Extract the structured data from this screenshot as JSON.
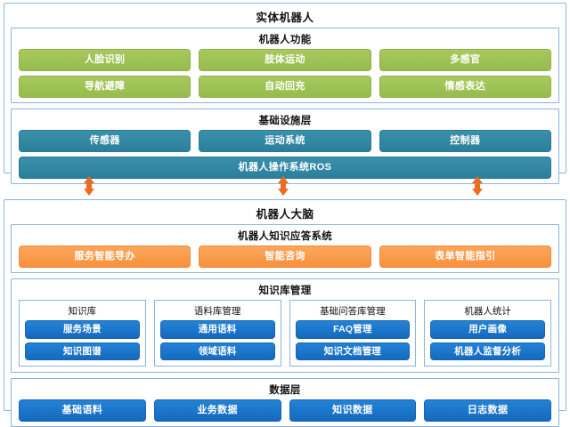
{
  "diagram": {
    "title": "实体机器人",
    "accent_colors": {
      "green": "#9cbf52",
      "teal": "#2e86a3",
      "orange": "#f8913c",
      "blue": "#1a74c8",
      "border": "#8ab4e0"
    }
  },
  "robot": {
    "title": "实体机器人",
    "functions": {
      "title": "机器人功能",
      "row1": [
        "人脸识别",
        "肢体运动",
        "多感官"
      ],
      "row2": [
        "导航避障",
        "自动回充",
        "情感表达"
      ]
    },
    "infrastructure": {
      "title": "基础设施层",
      "row1": [
        "传感器",
        "运动系统",
        "控制器"
      ],
      "row2": [
        "机器人操作系统ROS"
      ]
    }
  },
  "connectors": [
    {
      "name": "bidirectional-arrow-left"
    },
    {
      "name": "bidirectional-arrow-center"
    },
    {
      "name": "bidirectional-arrow-right"
    }
  ],
  "brain": {
    "title": "机器人大脑",
    "qa_system": {
      "title": "机器人知识应答系统",
      "items": [
        "服务智能导办",
        "智能咨询",
        "表单智能指引"
      ]
    },
    "knowledge_management": {
      "title": "知识库管理",
      "cards": [
        {
          "title": "知识库",
          "items": [
            "服务场景",
            "知识图谱"
          ]
        },
        {
          "title": "语料库管理",
          "items": [
            "通用语料",
            "领域语料"
          ]
        },
        {
          "title": "基础问答库管理",
          "items": [
            "FAQ管理",
            "知识文档管理"
          ]
        },
        {
          "title": "机器人统计",
          "items": [
            "用户画像",
            "机器人监督分析"
          ]
        }
      ]
    },
    "data_layer": {
      "title": "数据层",
      "items": [
        "基础语料",
        "业务数据",
        "知识数据",
        "日志数据"
      ]
    }
  }
}
